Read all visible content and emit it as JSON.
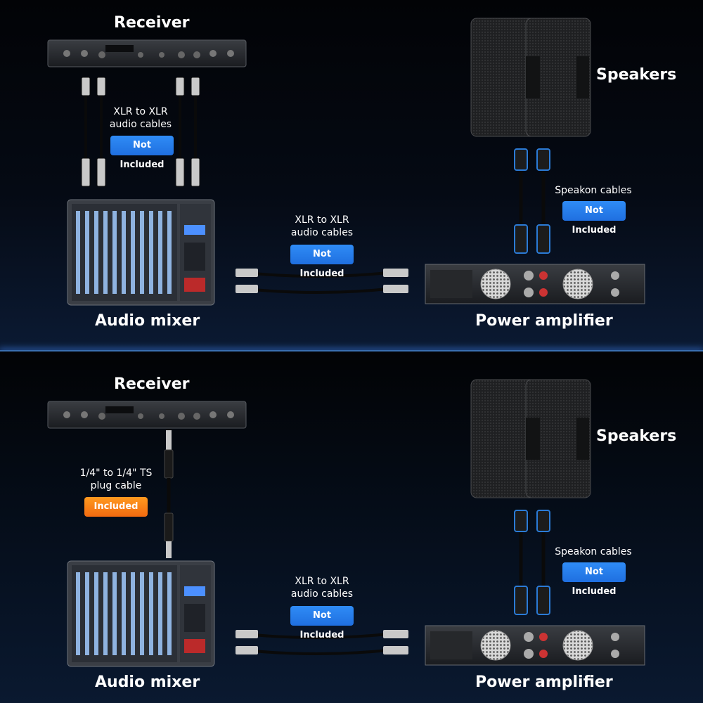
{
  "colors": {
    "badge_blue": "#2a83f0",
    "badge_orange": "#f5821c",
    "accent_line": "#3a6fb0"
  },
  "top": {
    "receiver_label": "Receiver",
    "speakers_label": "Speakers",
    "mixer_label": "Audio mixer",
    "amp_label": "Power amplifier",
    "cable1_line1": "XLR to XLR",
    "cable1_line2": "audio cables",
    "cable1_badge": "Not Included",
    "speakon_label": "Speakon cables",
    "speakon_badge": "Not Included",
    "cable2_line1": "XLR to XLR",
    "cable2_line2": "audio cables",
    "cable2_badge": "Not Included"
  },
  "bottom": {
    "receiver_label": "Receiver",
    "speakers_label": "Speakers",
    "mixer_label": "Audio mixer",
    "amp_label": "Power amplifier",
    "ts_line1": "1/4\" to 1/4\" TS",
    "ts_line2": "plug cable",
    "ts_badge": "Included",
    "speakon_label": "Speakon cables",
    "speakon_badge": "Not Included",
    "cable2_line1": "XLR to XLR",
    "cable2_line2": "audio cables",
    "cable2_badge": "Not Included"
  }
}
